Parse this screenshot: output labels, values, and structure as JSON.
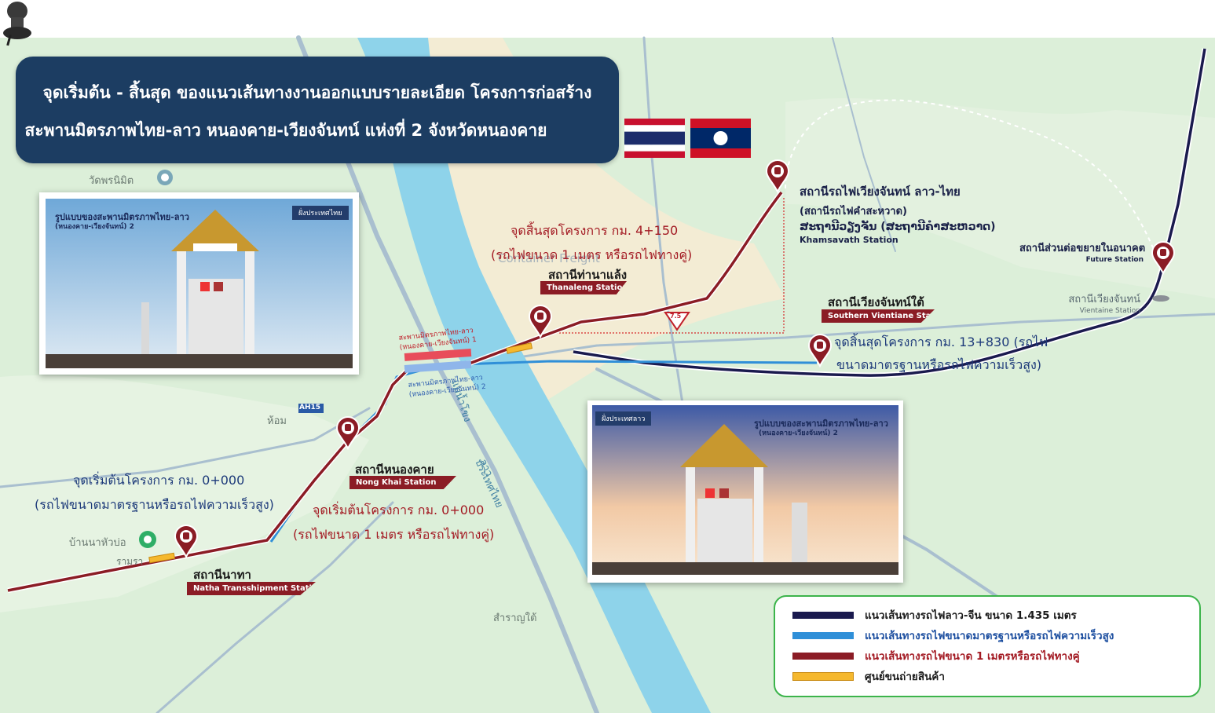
{
  "title": {
    "line1": "จุดเริ่มต้น - สิ้นสุด ของแนวเส้นทางงานออกแบบรายละเอียด โครงการก่อสร้าง",
    "line2": "สะพานมิตรภาพไทย-ลาว หนองคาย-เวียงจันทน์ แห่งที่ 2 จังหวัดหนองคาย"
  },
  "places": {
    "temple": "วัดพรนิมิต",
    "hom": "ห้อม",
    "ban_na_huabo": "บ้านนาหัวบ่อ",
    "ramra": "รามรา",
    "saranyai": "สำราญใต้",
    "container": "Container Freight",
    "road": "AH15",
    "river": "แม่น้ำโขง",
    "border_lao": "ลาว",
    "border_thai": "ประเทศไทย",
    "speed": "7.5"
  },
  "stations": {
    "khamsavath": {
      "th": "สถานีรถไฟเวียงจันทน์ ลาว-ไทย",
      "th2": "(สถานีรถไฟคำสะหวาด)",
      "lao": "ສະຖານີວຽງຈັນ (ສະຖານີຄຳສະຫວາດ)",
      "en": "Khamsavath Station"
    },
    "future": {
      "th": "สถานีส่วนต่อขยายในอนาคต",
      "en": "Future Station"
    },
    "vientiane": {
      "th": "สถานีเวียงจันทน์",
      "en": "Vientaine Station"
    },
    "thanaleng": {
      "th": "สถานีท่านาแล้ง",
      "en": "Thanaleng Station"
    },
    "southern": {
      "th": "สถานีเวียงจันทน์ใต้",
      "en": "Southern Vientiane Station"
    },
    "nongkhai": {
      "th": "สถานีหนองคาย",
      "en": "Nong Khai Station"
    },
    "natha": {
      "th": "สถานีนาทา",
      "en": "Natha Transshipment Station"
    }
  },
  "labels": {
    "end1_a": "จุดสิ้นสุดโครงการ กม. 4+150",
    "end1_b": "(รถไฟขนาด 1 เมตร หรือรถไฟทางคู่)",
    "end2_a": "จุดสิ้นสุดโครงการ กม. 13+830 (รถไฟ",
    "end2_b": "ขนาดมาตรฐานหรือรถไฟความเร็วสูง)",
    "start_std_a": "จุดเริ่มต้นโครงการ กม. 0+000",
    "start_std_b": "(รถไฟขนาดมาตรฐานหรือรถไฟความเร็วสูง)",
    "start_m_a": "จุดเริ่มต้นโครงการ กม. 0+000",
    "start_m_b": "(รถไฟขนาด 1 เมตร หรือรถไฟทางคู่)",
    "bridge1_a": "สะพานมิตรภาพไทย-ลาว",
    "bridge1_b": "(หนองคาย-เวียงจันทน์) 1",
    "bridge2_a": "สะพานมิตรภาพไทย-ลาว",
    "bridge2_b": "(หนองคาย-เวียงจันทน์) 2"
  },
  "photo_left": {
    "title": "รูปแบบของสะพานมิตรภาพไทย-ลาว",
    "subtitle": "(หนองคาย-เวียงจันทน์) 2",
    "side": "ฝั่งประเทศไทย"
  },
  "photo_right": {
    "title": "รูปแบบของสะพานมิตรภาพไทย-ลาว",
    "subtitle": "(หนองคาย-เวียงจันทน์) 2",
    "side": "ฝั่งประเทศลาว"
  },
  "legend": [
    {
      "color": "#1a1a4e",
      "text_color": "#1a1a1a",
      "text": "แนวเส้นทางรถไฟลาว-จีน ขนาด 1.435 เมตร"
    },
    {
      "color": "#2f8fd8",
      "text_color": "#1d4fa0",
      "text": "แนวเส้นทางรถไฟขนาดมาตรฐานหรือรถไฟความเร็วสูง"
    },
    {
      "color": "#8b1c25",
      "text_color": "#a31a23",
      "text": "แนวเส้นทางรถไฟขนาด 1 เมตรหรือรถไฟทางคู่"
    },
    {
      "color": "#f5b82e",
      "text_color": "#1a1a1a",
      "text": "ศูนย์ขนถ่ายสินค้า"
    }
  ],
  "colors": {
    "land": "#dcefd9",
    "river": "#8ed3ea",
    "sand": "#f3ecd4",
    "road": "#a9bfcf",
    "title_bg": "#1c3d62",
    "meter_gauge": "#8b1c25",
    "standard_gauge": "#2f8fd8",
    "lao_china": "#1a1a4e"
  },
  "icons": [
    "map-pin-icon",
    "station-marker-icon",
    "flag-thailand-icon",
    "flag-laos-icon",
    "temple-icon",
    "hospital-icon",
    "speed-sign-icon"
  ]
}
